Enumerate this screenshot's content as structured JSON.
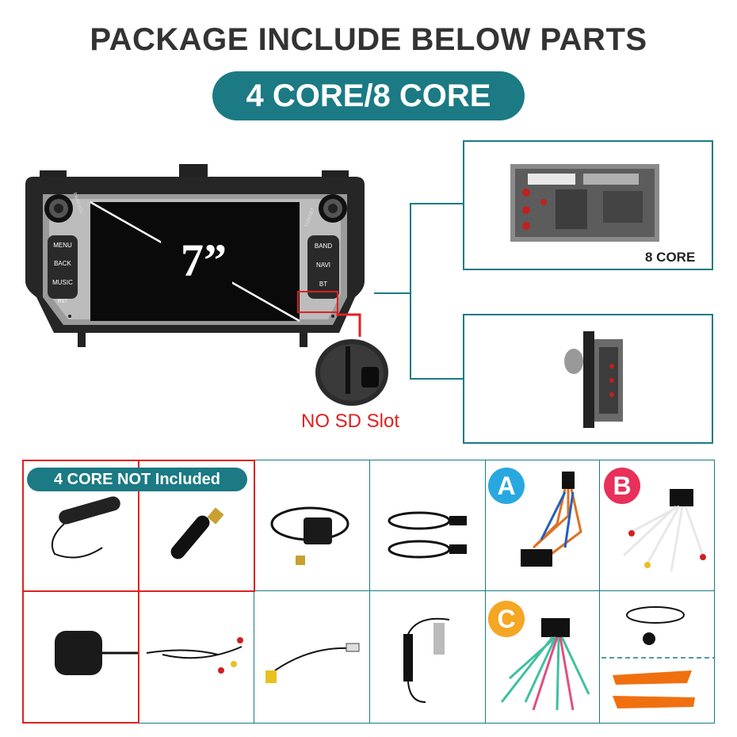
{
  "header": {
    "title": "PACKAGE INCLUDE BELOW PARTS",
    "core_label": "4 CORE/8 CORE"
  },
  "unit": {
    "screen_size": "7”",
    "left_buttons": [
      "MENU",
      "BACK",
      "MUSIC",
      "RST"
    ],
    "right_buttons": [
      "BAND",
      "NAVI",
      "BT"
    ],
    "knob_left_label": "PWR/VOL",
    "knob_right_label": "TUN/SET",
    "no_sd_label": "NO SD Slot"
  },
  "rear_views": {
    "eight_core_label": "8 CORE"
  },
  "accessories": {
    "not_included_label": "4 CORE NOT Included",
    "badges": [
      "A",
      "B",
      "C"
    ]
  },
  "colors": {
    "teal": "#1b7a84",
    "red": "#e02020",
    "badge_a": "#29a8e0",
    "badge_b": "#e8305a",
    "badge_c": "#f5a623"
  }
}
